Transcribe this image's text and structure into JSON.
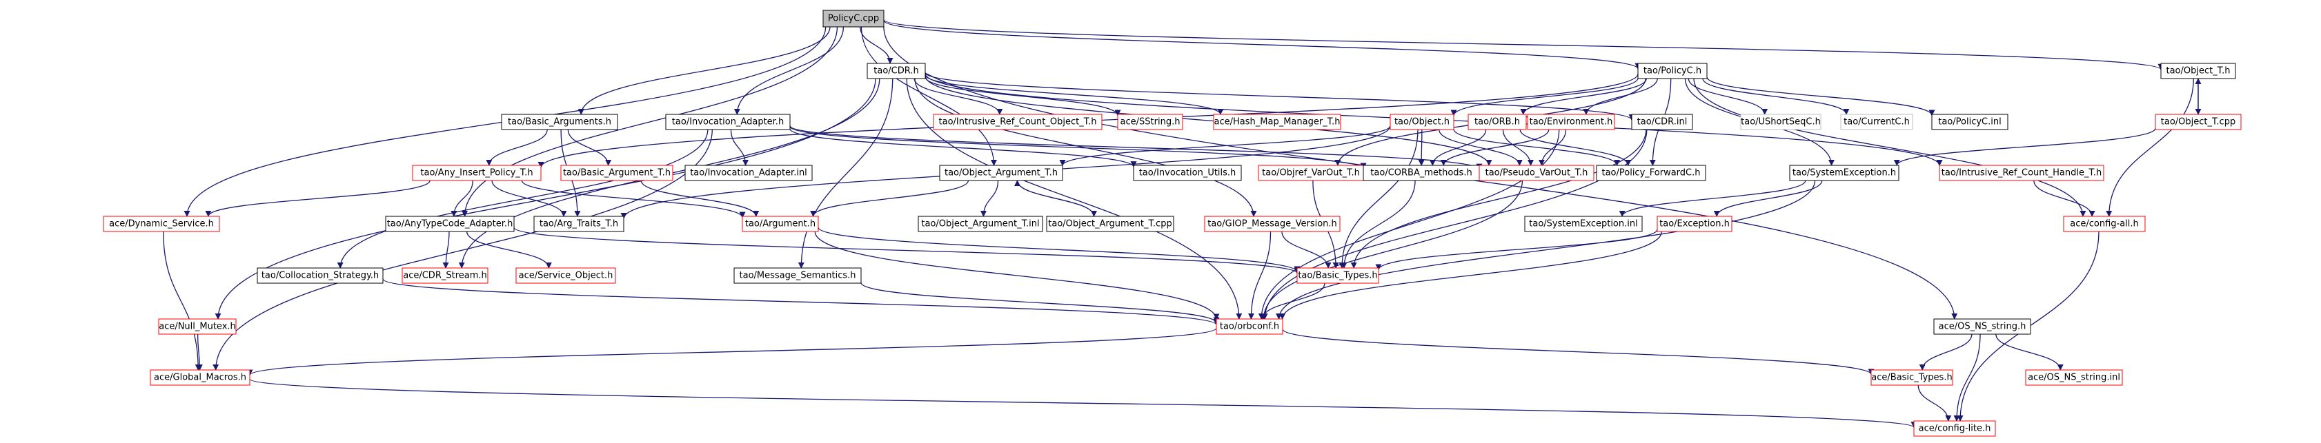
{
  "colors": {
    "edge": "#191970",
    "red_border": "#ff0000",
    "black_border": "#000000",
    "gray_border": "#bfbfbf",
    "root_fill": "#bfbfbf"
  },
  "nodes": {
    "PolicyC_cpp": {
      "label": "PolicyC.cpp",
      "kind": "root"
    },
    "tao_CDR_h": {
      "label": "tao/CDR.h",
      "kind": "black"
    },
    "tao_PolicyC_h": {
      "label": "tao/PolicyC.h",
      "kind": "black"
    },
    "tao_Object_T_h": {
      "label": "tao/Object_T.h",
      "kind": "black"
    },
    "tao_Basic_Arguments_h": {
      "label": "tao/Basic_Arguments.h",
      "kind": "black"
    },
    "tao_Invocation_Adapter_h": {
      "label": "tao/Invocation_Adapter.h",
      "kind": "black"
    },
    "tao_Intrusive_Ref_Count_Object_T_h": {
      "label": "tao/Intrusive_Ref_Count_Object_T.h",
      "kind": "red"
    },
    "ace_SString_h": {
      "label": "ace/SString.h",
      "kind": "red"
    },
    "ace_Hash_Map_Manager_T_h": {
      "label": "ace/Hash_Map_Manager_T.h",
      "kind": "red"
    },
    "tao_Object_h": {
      "label": "tao/Object.h",
      "kind": "red"
    },
    "tao_ORB_h": {
      "label": "tao/ORB.h",
      "kind": "red"
    },
    "tao_Environment_h": {
      "label": "tao/Environment.h",
      "kind": "red"
    },
    "tao_CDR_inl": {
      "label": "tao/CDR.inl",
      "kind": "black"
    },
    "tao_UShortSeqC_h": {
      "label": "tao/UShortSeqC.h",
      "kind": "gray"
    },
    "tao_CurrentC_h": {
      "label": "tao/CurrentC.h",
      "kind": "gray"
    },
    "tao_PolicyC_inl": {
      "label": "tao/PolicyC.inl",
      "kind": "black"
    },
    "tao_Object_T_cpp": {
      "label": "tao/Object_T.cpp",
      "kind": "red"
    },
    "tao_Any_Insert_Policy_T_h": {
      "label": "tao/Any_Insert_Policy_T.h",
      "kind": "red"
    },
    "tao_Basic_Argument_T_h": {
      "label": "tao/Basic_Argument_T.h",
      "kind": "red"
    },
    "tao_Invocation_Adapter_inl": {
      "label": "tao/Invocation_Adapter.inl",
      "kind": "black"
    },
    "tao_Object_Argument_T_h": {
      "label": "tao/Object_Argument_T.h",
      "kind": "black"
    },
    "tao_Invocation_Utils_h": {
      "label": "tao/Invocation_Utils.h",
      "kind": "black"
    },
    "tao_Objref_VarOut_T_h": {
      "label": "tao/Objref_VarOut_T.h",
      "kind": "red"
    },
    "tao_CORBA_methods_h": {
      "label": "tao/CORBA_methods.h",
      "kind": "black"
    },
    "tao_Pseudo_VarOut_T_h": {
      "label": "tao/Pseudo_VarOut_T.h",
      "kind": "red"
    },
    "tao_Policy_ForwardC_h": {
      "label": "tao/Policy_ForwardC.h",
      "kind": "black"
    },
    "tao_SystemException_h": {
      "label": "tao/SystemException.h",
      "kind": "black"
    },
    "tao_Intrusive_Ref_Count_Handle_T_h": {
      "label": "tao/Intrusive_Ref_Count_Handle_T.h",
      "kind": "red"
    },
    "ace_Dynamic_Service_h": {
      "label": "ace/Dynamic_Service.h",
      "kind": "red"
    },
    "tao_AnyTypeCode_Adapter_h": {
      "label": "tao/AnyTypeCode_Adapter.h",
      "kind": "black"
    },
    "tao_Arg_Traits_T_h": {
      "label": "tao/Arg_Traits_T.h",
      "kind": "black"
    },
    "tao_Argument_h": {
      "label": "tao/Argument.h",
      "kind": "red"
    },
    "tao_Object_Argument_T_inl": {
      "label": "tao/Object_Argument_T.inl",
      "kind": "black"
    },
    "tao_Object_Argument_T_cpp": {
      "label": "tao/Object_Argument_T.cpp",
      "kind": "black"
    },
    "tao_GIOP_Message_Version_h": {
      "label": "tao/GIOP_Message_Version.h",
      "kind": "red"
    },
    "tao_SystemException_inl": {
      "label": "tao/SystemException.inl",
      "kind": "black"
    },
    "tao_Exception_h": {
      "label": "tao/Exception.h",
      "kind": "red"
    },
    "ace_config_all_h": {
      "label": "ace/config-all.h",
      "kind": "red"
    },
    "tao_Collocation_Strategy_h": {
      "label": "tao/Collocation_Strategy.h",
      "kind": "black"
    },
    "tao_CDR_Stream_h": {
      "label": "ace/CDR_Stream.h",
      "kind": "red"
    },
    "ace_Service_Object_h": {
      "label": "ace/Service_Object.h",
      "kind": "red"
    },
    "tao_Basic_Types_h": {
      "label": "tao/Basic_Types.h",
      "kind": "red"
    },
    "tao_Message_Semantics_h": {
      "label": "tao/Message_Semantics.h",
      "kind": "black"
    },
    "ace_Null_Mutex_h": {
      "label": "ace/Null_Mutex.h",
      "kind": "red"
    },
    "tao_orbconf_h": {
      "label": "tao/orbconf.h",
      "kind": "red"
    },
    "ace_OS_NS_string_h": {
      "label": "ace/OS_NS_string.h",
      "kind": "black"
    },
    "ace_Global_Macros_h": {
      "label": "ace/Global_Macros.h",
      "kind": "red"
    },
    "ace_Basic_Types_h": {
      "label": "ace/Basic_Types.h",
      "kind": "red"
    },
    "ace_OS_NS_string_inl": {
      "label": "ace/OS_NS_string.inl",
      "kind": "red"
    },
    "ace_config_lite_h": {
      "label": "ace/config-lite.h",
      "kind": "red"
    }
  }
}
